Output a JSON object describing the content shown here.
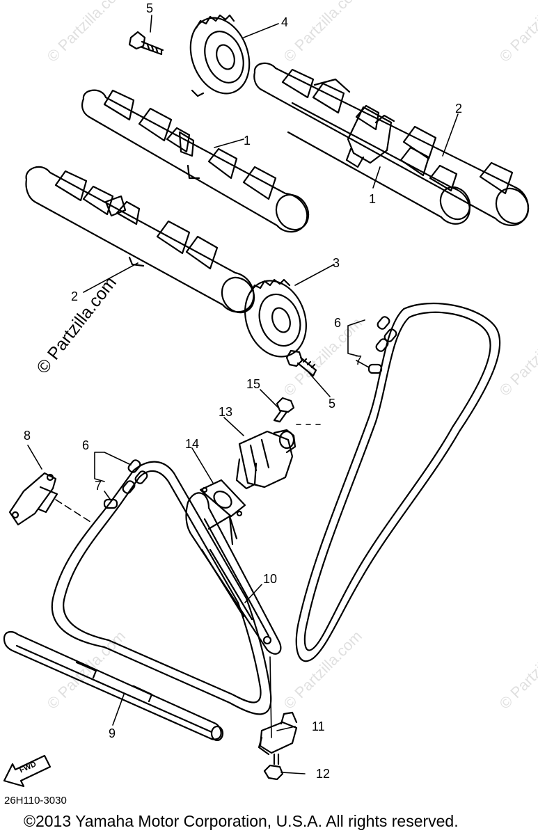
{
  "diagram": {
    "callouts": [
      "1",
      "1",
      "2",
      "2",
      "3",
      "4",
      "5",
      "5",
      "6",
      "6",
      "7",
      "7",
      "8",
      "9",
      "10",
      "11",
      "12",
      "13",
      "14",
      "15"
    ],
    "direction_label": "FWD",
    "part_code": "26H110-3030",
    "watermark_main": "© Partzilla.com",
    "watermark_faint": "© Partzilla.com",
    "copyright": "©2013  Yamaha Motor Corporation, U.S.A. All rights reserved."
  }
}
